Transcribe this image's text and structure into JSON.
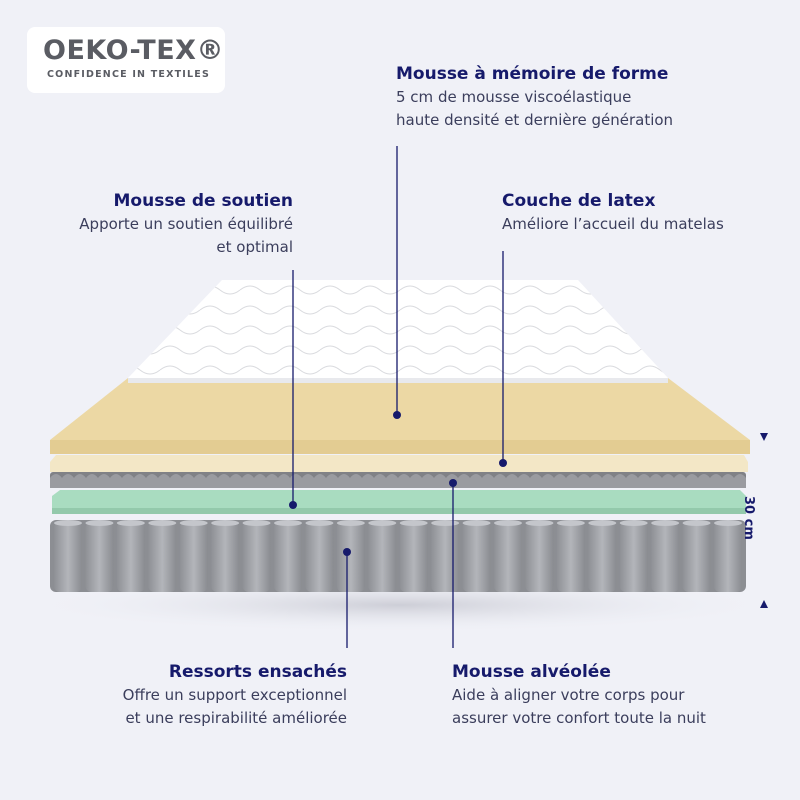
{
  "badge": {
    "title": "OEKO-TEX®",
    "subtitle": "CONFIDENCE IN TEXTILES"
  },
  "labels": {
    "memory_foam": {
      "title": "Mousse à mémoire de forme",
      "line1": "5 cm de mousse viscoélastique",
      "line2": "haute densité et dernière génération"
    },
    "support_foam": {
      "title": "Mousse de soutien",
      "line1": "Apporte un soutien équilibré",
      "line2": "et optimal"
    },
    "latex": {
      "title": "Couche de latex",
      "line1": "Améliore l’accueil du matelas"
    },
    "springs": {
      "title": "Ressorts ensachés",
      "line1": "Offre un support exceptionnel",
      "line2": "et une respirabilité améliorée"
    },
    "alveolar_foam": {
      "title": "Mousse alvéolée",
      "line1": "Aide à aligner votre corps pour",
      "line2": "assurer votre confort toute la nuit"
    }
  },
  "dimension": {
    "height": "30 cm"
  },
  "colors": {
    "accent": "#161a6b",
    "background": "#f0f1f7",
    "memory_foam": "#ecd8a4",
    "latex": "#f3e7c6",
    "alveolar": "#8d8e93",
    "support_foam": "#a9dcc0",
    "springs": "#9fa1a6"
  }
}
